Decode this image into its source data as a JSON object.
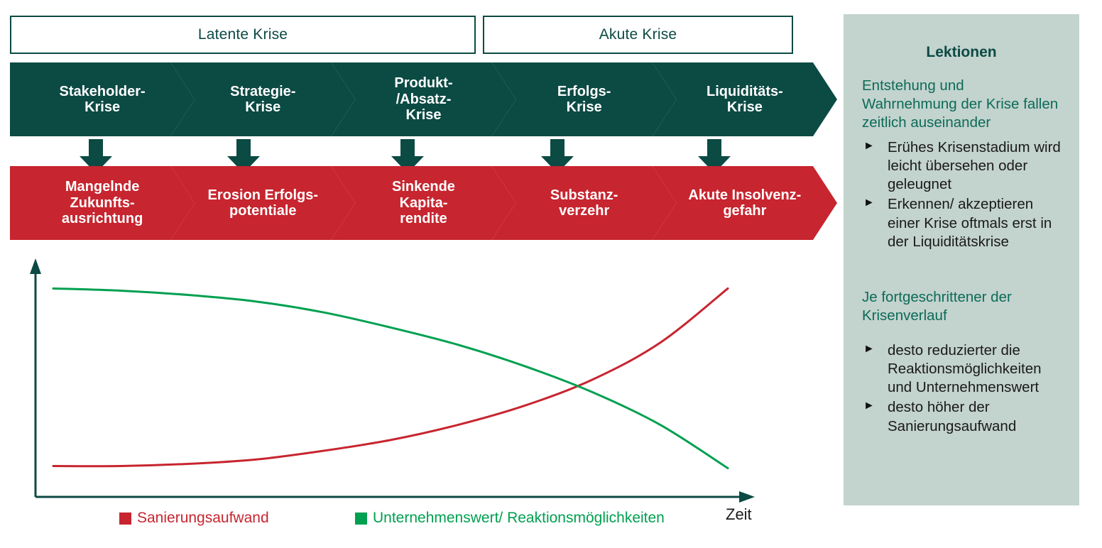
{
  "phases": [
    {
      "label": "Latente Krise"
    },
    {
      "label": "Akute Krise"
    }
  ],
  "stages": [
    {
      "label": "Stakeholder-\nKrise"
    },
    {
      "label": "Strategie-\nKrise"
    },
    {
      "label": "Produkt-\n/Absatz-\nKrise"
    },
    {
      "label": "Erfolgs-\nKrise"
    },
    {
      "label": "Liquiditäts-\nKrise"
    }
  ],
  "effects": [
    {
      "label": "Mangelnde\nZukunfts-\nausrichtung"
    },
    {
      "label": "Erosion Erfolgs-\npotentiale"
    },
    {
      "label": "Sinkende\nKapita-\nrendite"
    },
    {
      "label": "Substanz-\nverzehr"
    },
    {
      "label": "Akute Insolvenz-\ngefahr"
    }
  ],
  "arrows": [
    {
      "name": "arrow-down-stakeholder"
    },
    {
      "name": "arrow-down-strategie"
    },
    {
      "name": "arrow-down-produkt"
    },
    {
      "name": "arrow-down-erfolgs"
    },
    {
      "name": "arrow-down-liquiditaets"
    }
  ],
  "chart_data": {
    "type": "line",
    "title": "",
    "xlabel": "Zeit",
    "ylabel": "",
    "grid": false,
    "legend_position": "bottom",
    "axis": {
      "x_arrow": true,
      "y_arrow": true,
      "x_range": [
        0,
        100
      ],
      "y_range": [
        0,
        100
      ]
    },
    "x": [
      0,
      10,
      20,
      30,
      40,
      50,
      60,
      70,
      80,
      90,
      100
    ],
    "series": [
      {
        "name": "Sanierungsaufwand",
        "color": "#C7252F",
        "values": [
          10,
          10,
          11,
          13,
          17,
          22,
          29,
          38,
          50,
          67,
          92
        ]
      },
      {
        "name": "Unternehmenswert/ Reaktionsmöglichkeiten",
        "color": "#00A050",
        "values": [
          92,
          91,
          89,
          86,
          81,
          74,
          66,
          56,
          44,
          29,
          9
        ]
      }
    ],
    "legend": [
      {
        "label": "Sanierungsaufwand",
        "color": "#C7252F"
      },
      {
        "label": "Unternehmenswert/ Reaktionsmöglichkeiten",
        "color": "#00A050"
      }
    ]
  },
  "sidebar": {
    "title": "Lektionen",
    "blocks": [
      {
        "heading": "Entstehung und Wahrnehmung der Krise fallen zeitlich auseinander",
        "bullets": [
          "Erühes Krisenstadium wird leicht übersehen oder geleugnet",
          "Erkennen/ akzeptieren einer Krise oftmals erst in der Liquiditätskrise"
        ]
      },
      {
        "heading": "Je fortgeschrittener der Krisenverlauf",
        "bullets": [
          "desto reduzierter die Reaktionsmöglichkeiten und Unternehmenswert",
          "desto höher der Sanierungsaufwand"
        ]
      }
    ],
    "bullet_glyph": "►"
  },
  "colors": {
    "teal": "#0C4A44",
    "red": "#C7252F",
    "green": "#00A050",
    "sidebar_bg": "#C3D3CE",
    "heading_green": "#0C6B57"
  }
}
